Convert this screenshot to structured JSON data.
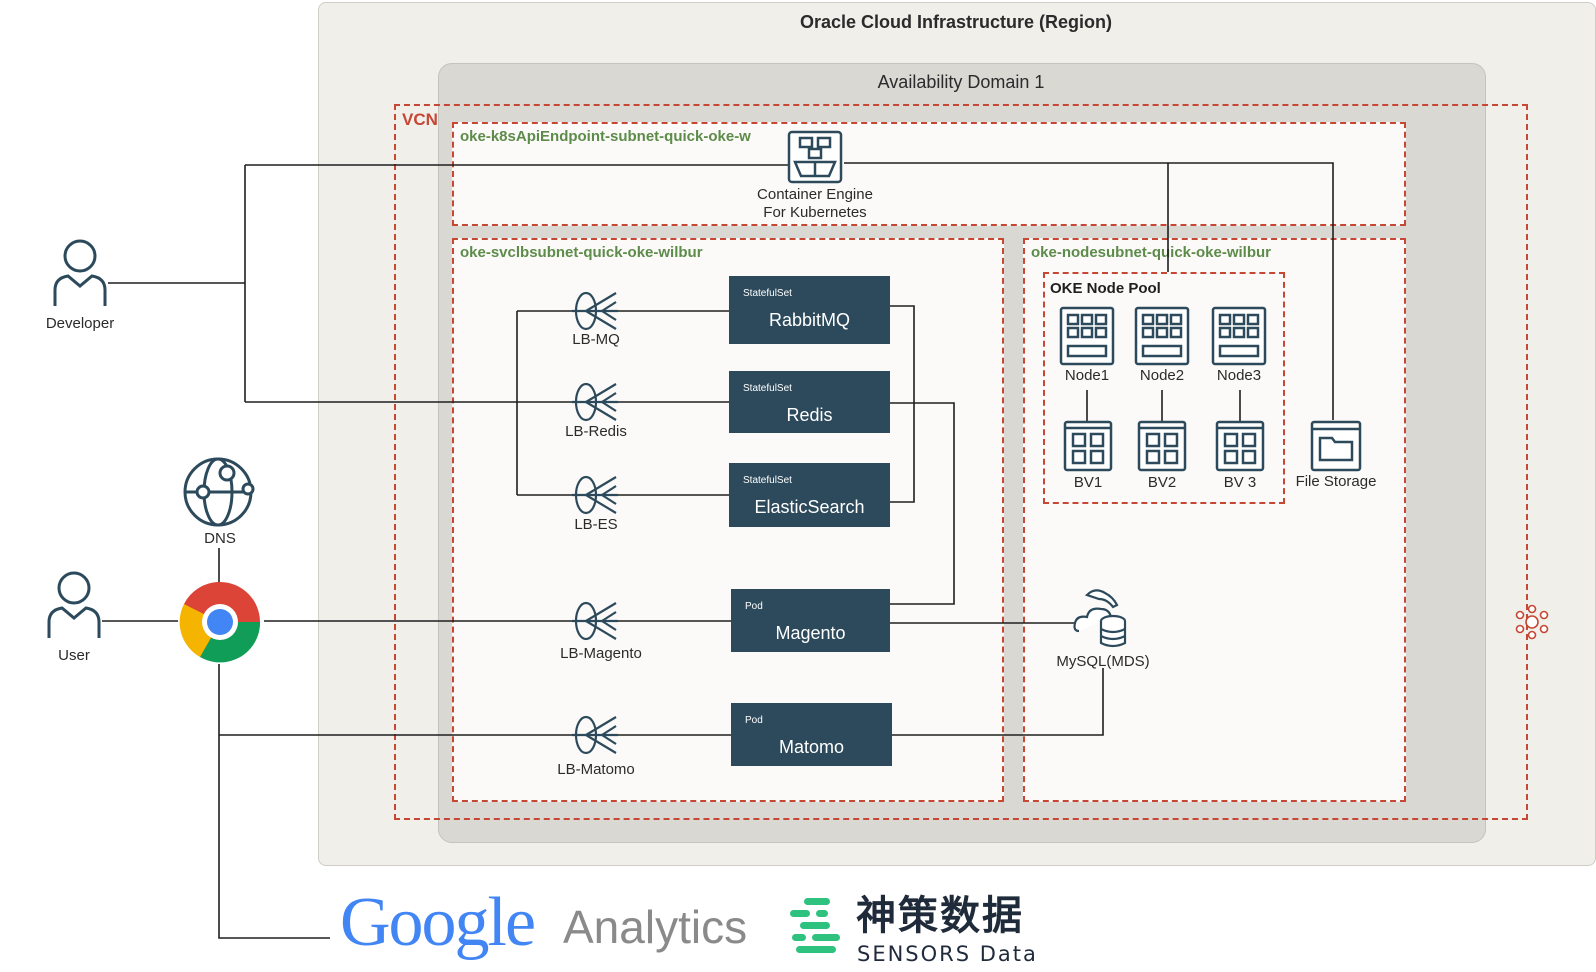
{
  "region": {
    "title": "Oracle Cloud Infrastructure (Region)"
  },
  "availability_domain": {
    "title": "Availability Domain 1"
  },
  "vcn": {
    "label": "VCN"
  },
  "subnets": {
    "api": "oke-k8sApiEndpoint-subnet-quick-oke-w",
    "svclb": "oke-svclbsubnet-quick-oke-wilbur",
    "node": "oke-nodesubnet-quick-oke-wilbur"
  },
  "oke": {
    "line1": "Container Engine",
    "line2": "For Kubernetes"
  },
  "actors": {
    "developer": "Developer",
    "user": "User",
    "dns": "DNS"
  },
  "load_balancers": [
    "LB-MQ",
    "LB-Redis",
    "LB-ES",
    "LB-Magento",
    "LB-Matomo"
  ],
  "workloads": [
    {
      "kind": "StatefulSet",
      "name": "RabbitMQ"
    },
    {
      "kind": "StatefulSet",
      "name": "Redis"
    },
    {
      "kind": "StatefulSet",
      "name": "ElasticSearch"
    },
    {
      "kind": "Pod",
      "name": "Magento"
    },
    {
      "kind": "Pod",
      "name": "Matomo"
    }
  ],
  "node_pool": {
    "title": "OKE Node Pool",
    "nodes": [
      "Node1",
      "Node2",
      "Node3"
    ],
    "volumes": [
      "BV1",
      "BV2",
      "BV 3"
    ]
  },
  "file_storage": "File Storage",
  "mysql": "MySQL(MDS)",
  "logos": {
    "google_analytics": {
      "google": "Google",
      "analytics": "Analytics"
    },
    "sensors_data": {
      "cn": "神策数据",
      "en": "SENSORS Data"
    }
  },
  "colors": {
    "vcn_border": "#c74634",
    "subnet_label": "#5d8b4a",
    "box_fill": "#2c4a5b",
    "icon_stroke": "#2c4a5b"
  }
}
